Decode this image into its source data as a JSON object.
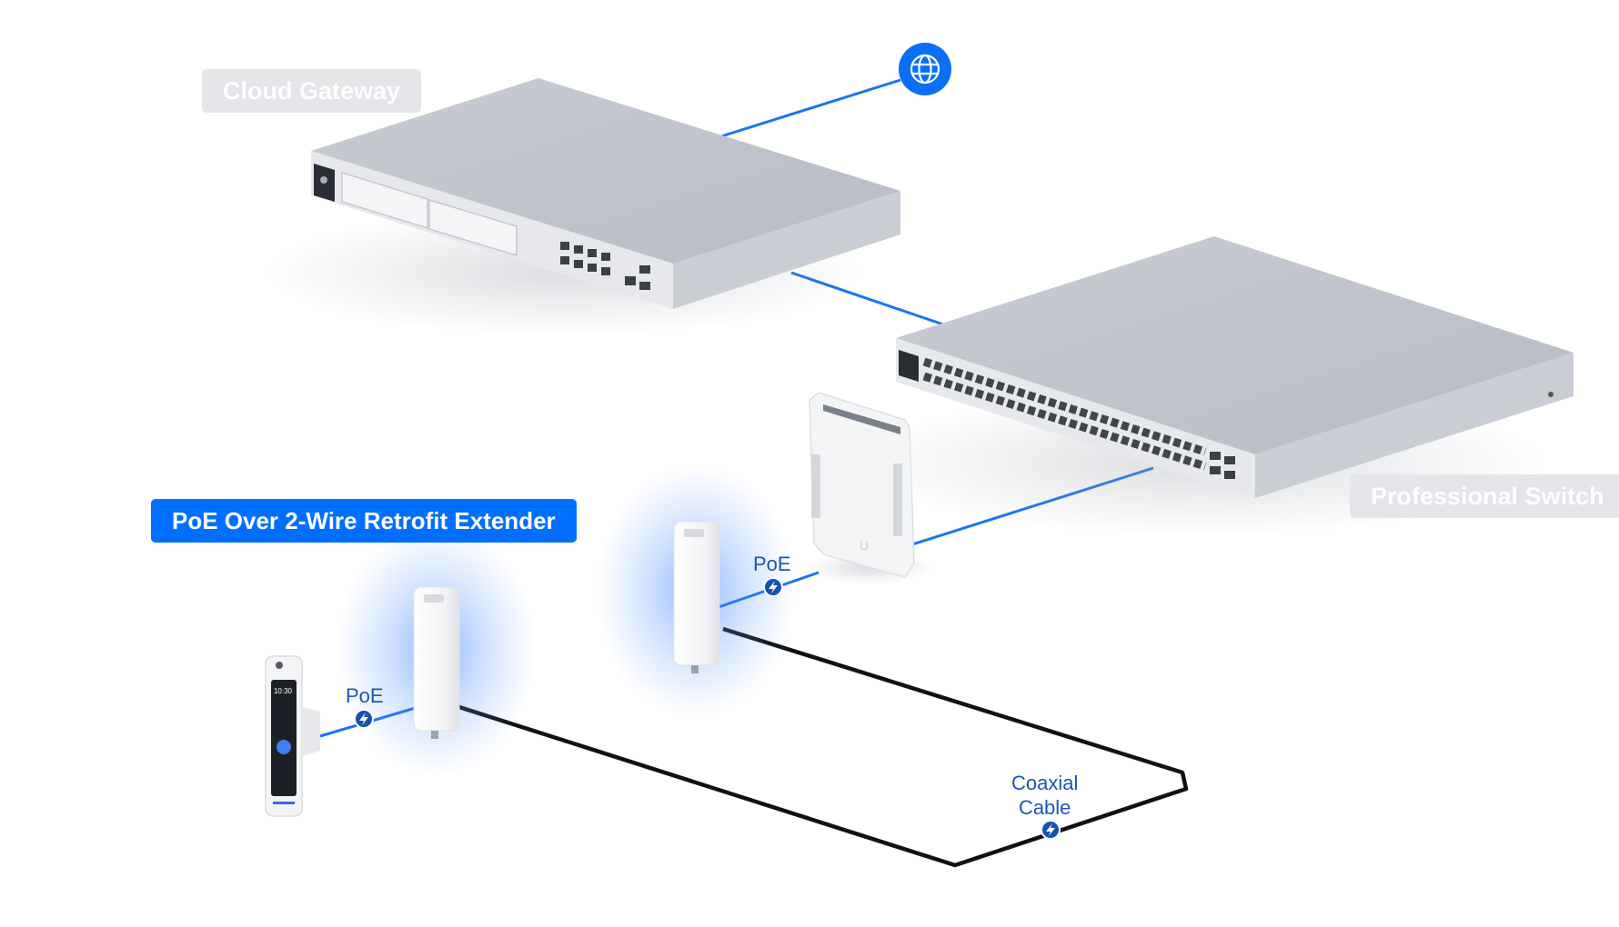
{
  "labels": {
    "cloud_gateway": "Cloud Gateway",
    "professional_switch": "Professional Switch",
    "retrofit_extender": "PoE Over 2-Wire Retrofit Extender",
    "poe_left": "PoE",
    "poe_right": "PoE",
    "coaxial_line1": "Coaxial",
    "coaxial_line2": "Cable",
    "reader_time": "10:30"
  },
  "icons": {
    "internet": "globe-icon",
    "power": "lightning-icon"
  },
  "colors": {
    "link": "#1a73f0",
    "coax": "#111111",
    "accent": "#006fff",
    "label_grey": "#e4e6ea",
    "badge": "#1452b0"
  }
}
